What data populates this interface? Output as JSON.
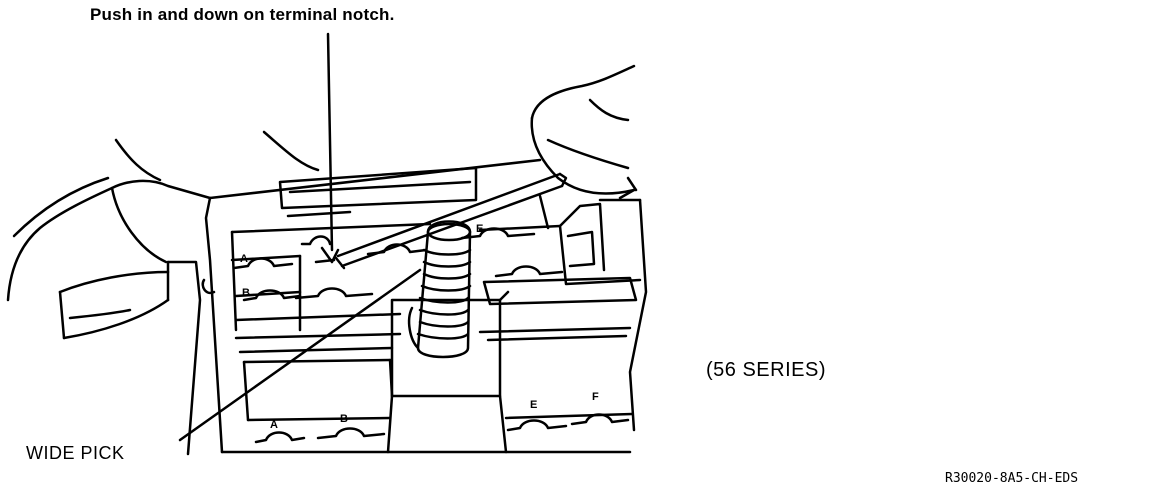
{
  "callouts": {
    "push_notch": "Push in and down on terminal notch.",
    "wide_pick": "WIDE PICK"
  },
  "series_label": "(56 SERIES)",
  "reference_code": "R30020-8A5-CH-EDS",
  "terminal_letters": {
    "top_a": "A",
    "top_b": "B",
    "top_e": "E",
    "bottom_a": "A",
    "bottom_b": "B",
    "bottom_e": "E",
    "bottom_f": "F"
  },
  "colors": {
    "ink": "#000000",
    "paper": "#ffffff"
  }
}
